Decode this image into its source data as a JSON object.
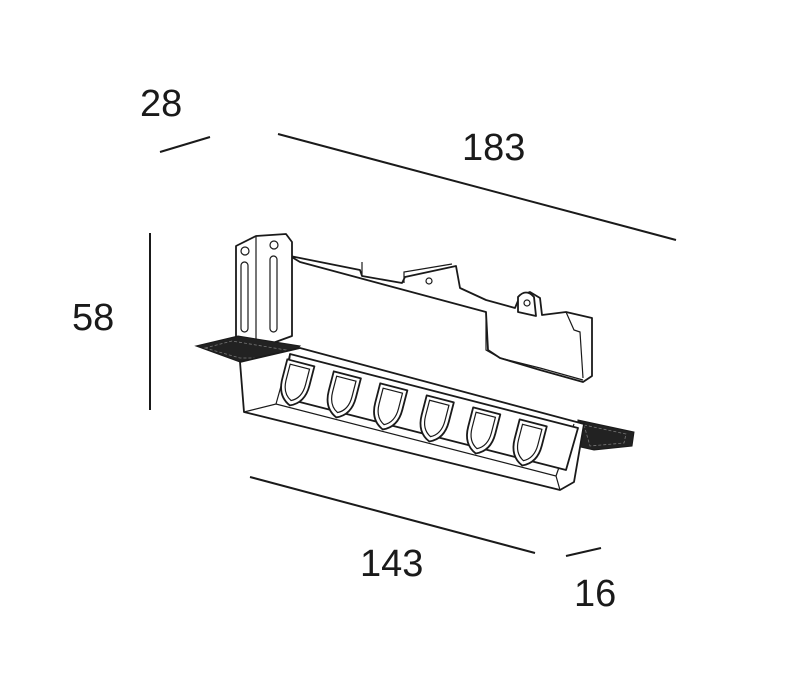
{
  "drawing": {
    "dimensions": {
      "depth": "28",
      "length_total": "183",
      "height": "58",
      "length_front": "143",
      "width_front": "16"
    },
    "led_count": 6,
    "colors": {
      "line": "#1a1a1a",
      "grille": "#222222",
      "background": "#ffffff"
    }
  }
}
